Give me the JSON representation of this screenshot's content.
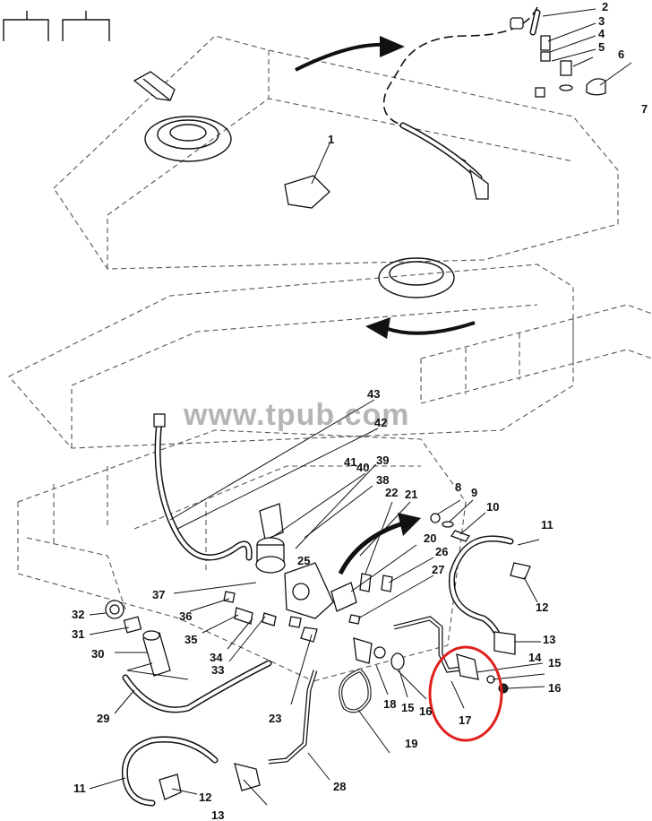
{
  "watermark": "www.tpub.com",
  "callouts": [
    {
      "id": "c1",
      "label": "1"
    },
    {
      "id": "c2",
      "label": "2"
    },
    {
      "id": "c3",
      "label": "3"
    },
    {
      "id": "c4",
      "label": "4"
    },
    {
      "id": "c5",
      "label": "5"
    },
    {
      "id": "c6",
      "label": "6"
    },
    {
      "id": "c7",
      "label": "7"
    },
    {
      "id": "c8",
      "label": "8"
    },
    {
      "id": "c9",
      "label": "9"
    },
    {
      "id": "c10",
      "label": "10"
    },
    {
      "id": "c11a",
      "label": "11"
    },
    {
      "id": "c11b",
      "label": "11"
    },
    {
      "id": "c12a",
      "label": "12"
    },
    {
      "id": "c12b",
      "label": "12"
    },
    {
      "id": "c13a",
      "label": "13"
    },
    {
      "id": "c13b",
      "label": "13"
    },
    {
      "id": "c14",
      "label": "14"
    },
    {
      "id": "c15a",
      "label": "15"
    },
    {
      "id": "c15b",
      "label": "15"
    },
    {
      "id": "c16a",
      "label": "16"
    },
    {
      "id": "c16b",
      "label": "16"
    },
    {
      "id": "c17",
      "label": "17"
    },
    {
      "id": "c18",
      "label": "18"
    },
    {
      "id": "c19",
      "label": "19"
    },
    {
      "id": "c20",
      "label": "20"
    },
    {
      "id": "c21",
      "label": "21"
    },
    {
      "id": "c22",
      "label": "22"
    },
    {
      "id": "c23",
      "label": "23"
    },
    {
      "id": "c25",
      "label": "25"
    },
    {
      "id": "c26",
      "label": "26"
    },
    {
      "id": "c27",
      "label": "27"
    },
    {
      "id": "c28",
      "label": "28"
    },
    {
      "id": "c29",
      "label": "29"
    },
    {
      "id": "c30",
      "label": "30"
    },
    {
      "id": "c31",
      "label": "31"
    },
    {
      "id": "c32",
      "label": "32"
    },
    {
      "id": "c33",
      "label": "33"
    },
    {
      "id": "c34",
      "label": "34"
    },
    {
      "id": "c35",
      "label": "35"
    },
    {
      "id": "c36",
      "label": "36"
    },
    {
      "id": "c37",
      "label": "37"
    },
    {
      "id": "c38",
      "label": "38"
    },
    {
      "id": "c39",
      "label": "39"
    },
    {
      "id": "c40",
      "label": "40"
    },
    {
      "id": "c41",
      "label": "41"
    },
    {
      "id": "c42",
      "label": "42"
    },
    {
      "id": "c43",
      "label": "43"
    }
  ],
  "highlight": {
    "target": "17",
    "color": "#e0201c"
  },
  "colors": {
    "ink": "#111111",
    "ghost": "#555555",
    "watermark": "#7a7a7a"
  }
}
